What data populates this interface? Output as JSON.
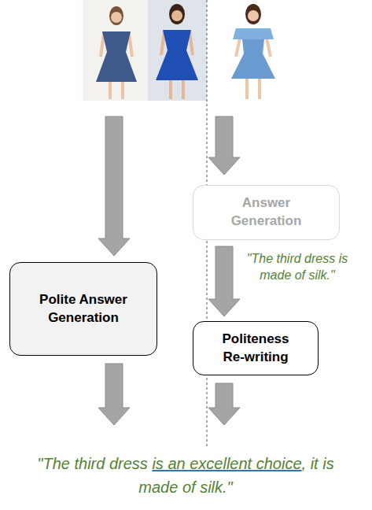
{
  "diagram": {
    "nodes": [
      {
        "text": [
          "Polite Answer Generation"
        ]
      },
      {
        "text": [
          "Answer Generation"
        ]
      },
      {
        "text": [
          "Politeness Re-writing"
        ]
      }
    ],
    "edges": [
      {
        "from": 1,
        "to": 2,
        "arrow": "to",
        "label": "\"The third dress is made of silk.\""
      }
    ],
    "labels": [
      "\"The third dress",
      "is an excellent choice",
      ", it is made of silk.\""
    ]
  }
}
